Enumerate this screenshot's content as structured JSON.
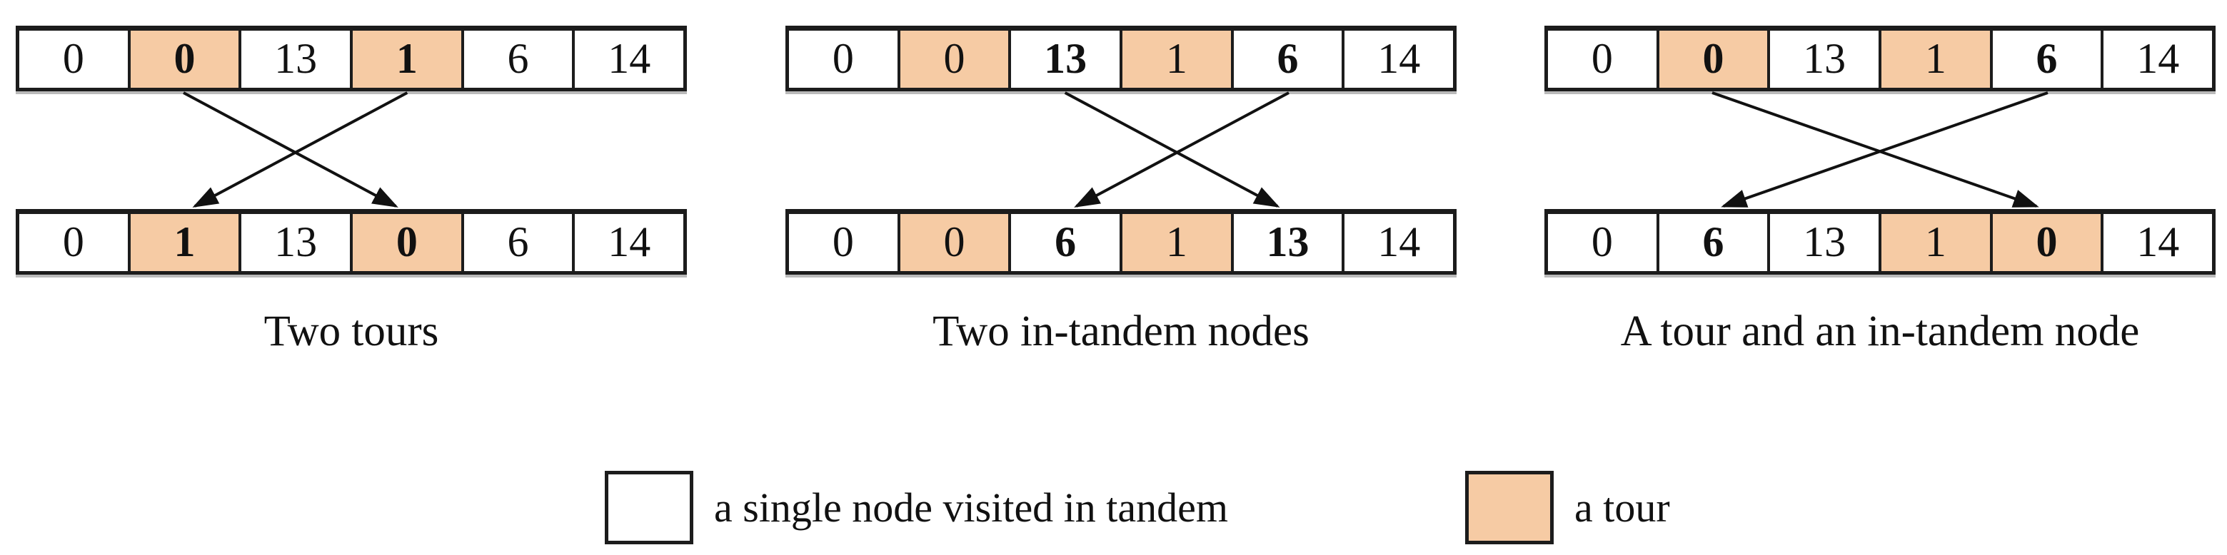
{
  "figure": {
    "panels": [
      {
        "caption": "Two tours",
        "rows": [
          [
            {
              "value": "0",
              "tour": false,
              "bold": false
            },
            {
              "value": "0",
              "tour": true,
              "bold": true
            },
            {
              "value": "13",
              "tour": false,
              "bold": false
            },
            {
              "value": "1",
              "tour": true,
              "bold": true
            },
            {
              "value": "6",
              "tour": false,
              "bold": false
            },
            {
              "value": "14",
              "tour": false,
              "bold": false
            }
          ],
          [
            {
              "value": "0",
              "tour": false,
              "bold": false
            },
            {
              "value": "1",
              "tour": true,
              "bold": true
            },
            {
              "value": "13",
              "tour": false,
              "bold": false
            },
            {
              "value": "0",
              "tour": true,
              "bold": true
            },
            {
              "value": "6",
              "tour": false,
              "bold": false
            },
            {
              "value": "14",
              "tour": false,
              "bold": false
            }
          ]
        ],
        "arrows": [
          {
            "from_cell": 1,
            "to_cell": 3
          },
          {
            "from_cell": 3,
            "to_cell": 1
          }
        ]
      },
      {
        "caption": "Two in-tandem nodes",
        "rows": [
          [
            {
              "value": "0",
              "tour": false,
              "bold": false
            },
            {
              "value": "0",
              "tour": true,
              "bold": false
            },
            {
              "value": "13",
              "tour": false,
              "bold": true
            },
            {
              "value": "1",
              "tour": true,
              "bold": false
            },
            {
              "value": "6",
              "tour": false,
              "bold": true
            },
            {
              "value": "14",
              "tour": false,
              "bold": false
            }
          ],
          [
            {
              "value": "0",
              "tour": false,
              "bold": false
            },
            {
              "value": "0",
              "tour": true,
              "bold": false
            },
            {
              "value": "6",
              "tour": false,
              "bold": true
            },
            {
              "value": "1",
              "tour": true,
              "bold": false
            },
            {
              "value": "13",
              "tour": false,
              "bold": true
            },
            {
              "value": "14",
              "tour": false,
              "bold": false
            }
          ]
        ],
        "arrows": [
          {
            "from_cell": 2,
            "to_cell": 4
          },
          {
            "from_cell": 4,
            "to_cell": 2
          }
        ]
      },
      {
        "caption": "A tour and an in-tandem node",
        "rows": [
          [
            {
              "value": "0",
              "tour": false,
              "bold": false
            },
            {
              "value": "0",
              "tour": true,
              "bold": true
            },
            {
              "value": "13",
              "tour": false,
              "bold": false
            },
            {
              "value": "1",
              "tour": true,
              "bold": false
            },
            {
              "value": "6",
              "tour": false,
              "bold": true
            },
            {
              "value": "14",
              "tour": false,
              "bold": false
            }
          ],
          [
            {
              "value": "0",
              "tour": false,
              "bold": false
            },
            {
              "value": "6",
              "tour": false,
              "bold": true
            },
            {
              "value": "13",
              "tour": false,
              "bold": false
            },
            {
              "value": "1",
              "tour": true,
              "bold": false
            },
            {
              "value": "0",
              "tour": true,
              "bold": true
            },
            {
              "value": "14",
              "tour": false,
              "bold": false
            }
          ]
        ],
        "arrows": [
          {
            "from_cell": 1,
            "to_cell": 4
          },
          {
            "from_cell": 4,
            "to_cell": 1
          }
        ]
      }
    ],
    "legend": {
      "items": [
        {
          "swatch": "single",
          "label": "a single node visited in tandem"
        },
        {
          "swatch": "tour",
          "label": "a tour"
        }
      ]
    },
    "colors": {
      "tour_fill": "#F6CBA4",
      "single_fill": "#FFFFFF",
      "border": "#1C1C1C",
      "arrow": "#111111"
    }
  }
}
